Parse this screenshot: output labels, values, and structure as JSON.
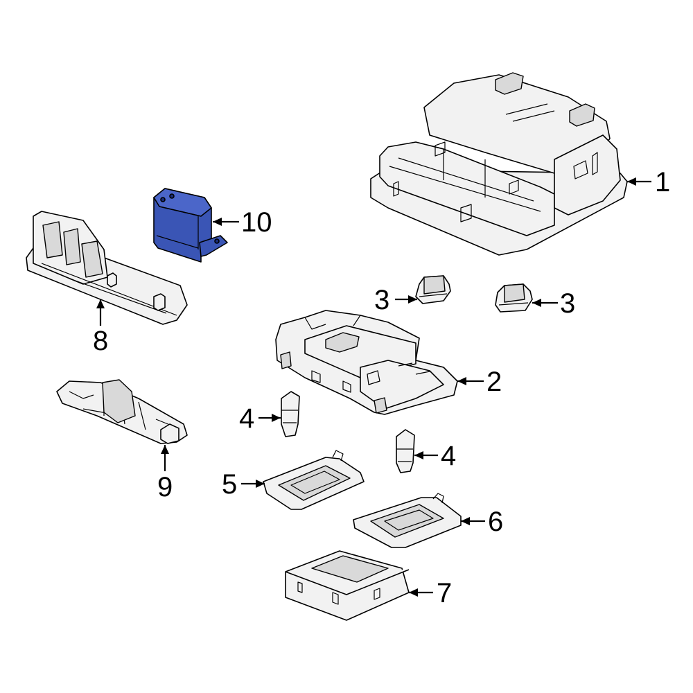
{
  "diagram": {
    "highlight_color": "#3a55b5",
    "highlighted_part": "10",
    "callouts": [
      {
        "id": "c1",
        "label": "1"
      },
      {
        "id": "c2",
        "label": "2"
      },
      {
        "id": "c3a",
        "label": "3"
      },
      {
        "id": "c3b",
        "label": "3"
      },
      {
        "id": "c4a",
        "label": "4"
      },
      {
        "id": "c4b",
        "label": "4"
      },
      {
        "id": "c5",
        "label": "5"
      },
      {
        "id": "c6",
        "label": "6"
      },
      {
        "id": "c7",
        "label": "7"
      },
      {
        "id": "c8",
        "label": "8"
      },
      {
        "id": "c9",
        "label": "9"
      },
      {
        "id": "c10",
        "label": "10"
      }
    ]
  }
}
